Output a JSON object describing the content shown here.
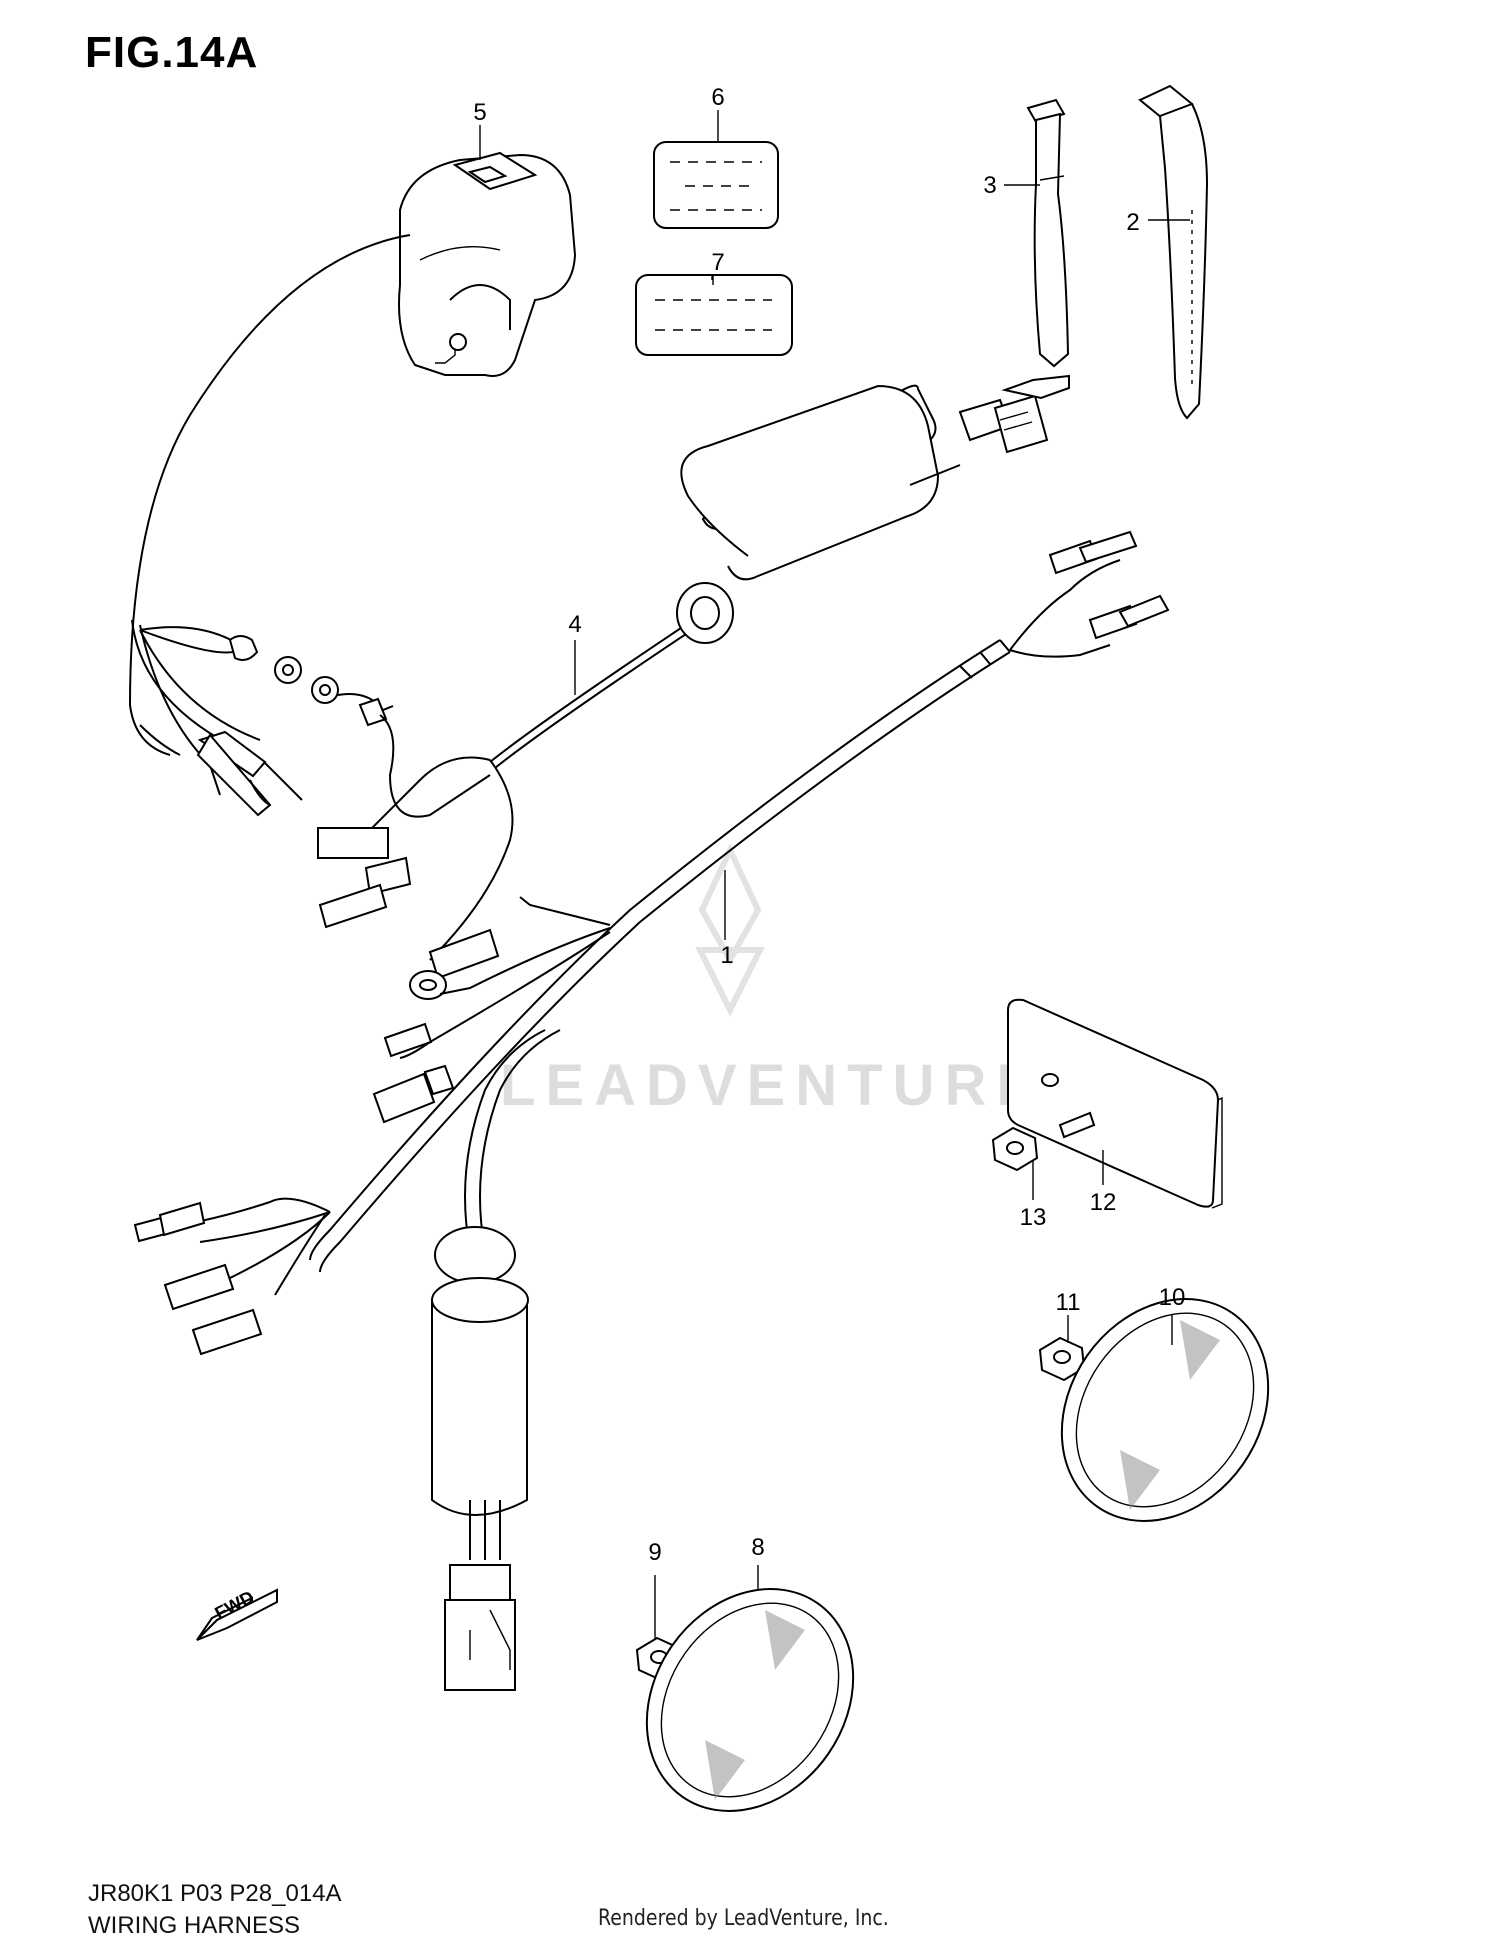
{
  "figure": {
    "title": "FIG.14A",
    "watermark": "LEADVENTURE",
    "model_code": "JR80K1 P03 P28_014A",
    "section_name": "WIRING HARNESS",
    "rendered_by": "Rendered by LeadVenture, Inc.",
    "fwd_label": "FWD"
  },
  "callouts": [
    {
      "id": "1",
      "label": "1"
    },
    {
      "id": "2",
      "label": "2"
    },
    {
      "id": "3",
      "label": "3"
    },
    {
      "id": "4",
      "label": "4"
    },
    {
      "id": "5",
      "label": "5"
    },
    {
      "id": "6",
      "label": "6"
    },
    {
      "id": "7",
      "label": "7"
    },
    {
      "id": "8",
      "label": "8"
    },
    {
      "id": "9",
      "label": "9"
    },
    {
      "id": "10",
      "label": "10"
    },
    {
      "id": "11",
      "label": "11"
    },
    {
      "id": "12",
      "label": "12"
    },
    {
      "id": "13",
      "label": "13"
    }
  ],
  "colors": {
    "line": "#000000",
    "watermark": "#c8c8c8",
    "background": "#ffffff"
  }
}
